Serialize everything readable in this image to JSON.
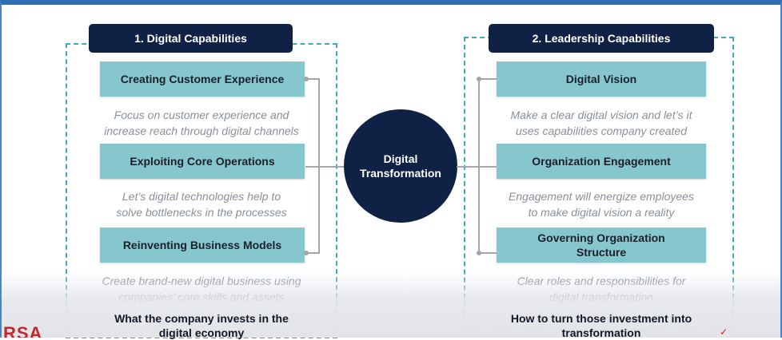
{
  "left": {
    "header": "1. Digital Capabilities",
    "boxes": [
      "Creating Customer Experience",
      "Exploiting Core Operations",
      "Reinventing Business Models"
    ],
    "descriptions": [
      {
        "line1": "Focus on customer experience and",
        "line2": "increase reach through digital channels"
      },
      {
        "line1": "Let’s digital technologies help to",
        "line2": "solve bottlenecks in the processes"
      },
      {
        "line1": "Create brand-new digital business using",
        "line2": "companies’ core skills and assets"
      }
    ],
    "footer": {
      "line1": "What the company invests in the",
      "line2": "digital economy"
    }
  },
  "center": {
    "line1": "Digital",
    "line2": "Transformation"
  },
  "right": {
    "header": "2. Leadership Capabilities",
    "boxes": [
      {
        "line1": "Digital Vision",
        "line2": ""
      },
      {
        "line1": "Organization Engagement",
        "line2": ""
      },
      {
        "line1": "Governing Organization",
        "line2": "Structure"
      }
    ],
    "descriptions": [
      {
        "line1": "Make a clear digital vision and let’s it",
        "line2": "uses capabilities company created"
      },
      {
        "line1": "Engagement will energize employees",
        "line2": "to make digital vision a reality"
      },
      {
        "line1": "Clear roles and responsibilities for",
        "line2": "digital transformation"
      }
    ],
    "footer": {
      "line1": "How to turn those investment into",
      "line2": "transformation"
    }
  },
  "branding": {
    "logo_text": "RSA",
    "accent_color": "#c4262e",
    "navy_color": "#0f2245",
    "teal_color": "#86c7cd"
  }
}
